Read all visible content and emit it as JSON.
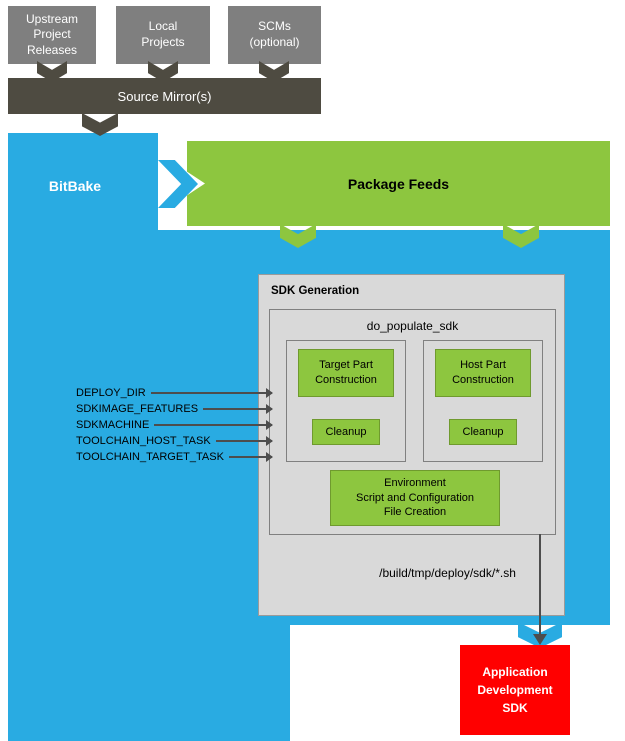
{
  "diagram": {
    "sources": {
      "upstream": "Upstream\nProject\nReleases",
      "local": "Local\nProjects",
      "scms": "SCMs\n(optional)",
      "mirror": "Source Mirror(s)"
    },
    "bitbake_label": "BitBake",
    "package_feeds_label": "Package Feeds",
    "sdk": {
      "title": "SDK Generation",
      "task": "do_populate_sdk",
      "target_part": "Target Part\nConstruction",
      "host_part": "Host Part\nConstruction",
      "cleanup": "Cleanup",
      "environment": "Environment\nScript and Configuration\nFile Creation"
    },
    "variables": [
      "DEPLOY_DIR",
      "SDKIMAGE_FEATURES",
      "SDKMACHINE",
      "TOOLCHAIN_HOST_TASK",
      "TOOLCHAIN_TARGET_TASK"
    ],
    "output_path": "/build/tmp/deploy/sdk/*.sh",
    "app_sdk_label": "Application\nDevelopment\nSDK",
    "colors": {
      "flow_blue": "#29abe2",
      "node_green": "#8dc63f",
      "source_gray": "#7f7f7f",
      "mirror_dark": "#4e4b41",
      "sdk_panel_gray": "#d9d9d9",
      "sdk_red": "#ff0000",
      "arrow_dark": "#4d4d4d"
    }
  }
}
